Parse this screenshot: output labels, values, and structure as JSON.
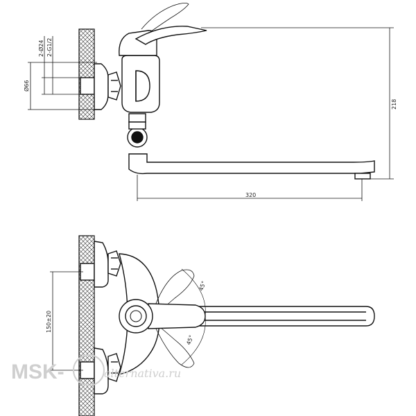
{
  "top_view": {
    "dim_width": "320",
    "dim_height": "218",
    "dim_outer_diameter": "Ø66",
    "dim_thread": "2-G1/2",
    "dim_inner_diameter": "2-Ø24"
  },
  "bottom_view": {
    "dim_spacing": "150±20",
    "angle_upper": "45°",
    "angle_lower": "45°"
  },
  "watermark": {
    "brand": "MSK-",
    "site": "alternativa.ru"
  },
  "colors": {
    "line": "#111111",
    "hatch": "#555555",
    "watermark": "#cfcfcf"
  }
}
